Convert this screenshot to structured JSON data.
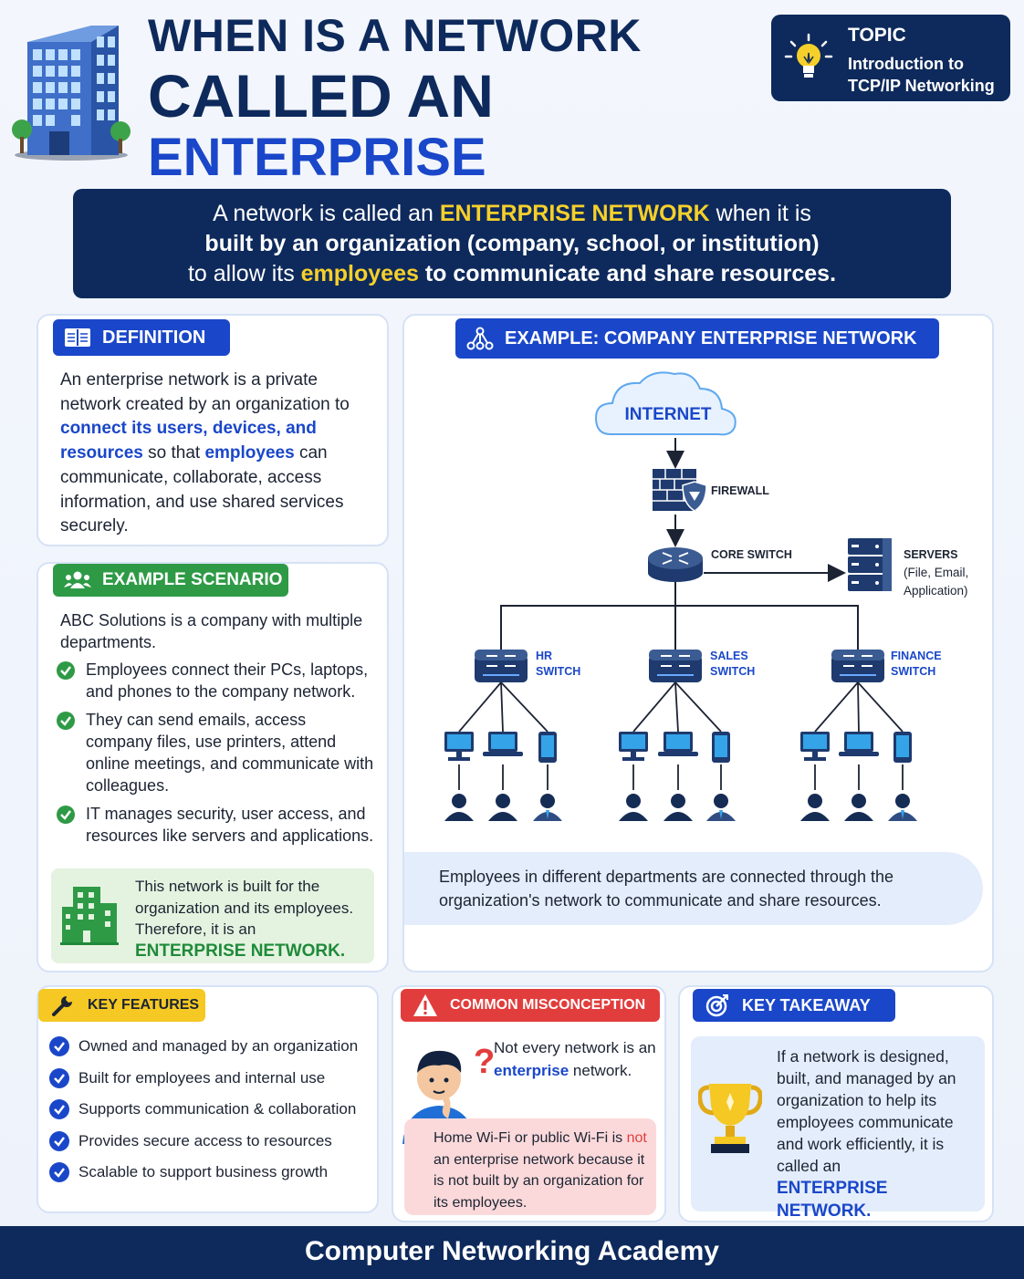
{
  "header": {
    "title_line1": "WHEN IS A NETWORK",
    "title_line2": "CALLED AN",
    "title_line3": "ENTERPRISE NETWORK?"
  },
  "topic": {
    "label": "TOPIC",
    "name": "Introduction to TCP/IP Networking"
  },
  "banner": {
    "p1": "A network is called an ",
    "h1": "ENTERPRISE NETWORK",
    "p2": " when it is",
    "p3": "built by an organization (company, school, or institution)",
    "p4": "to allow its ",
    "h2": "employees",
    "p5": " to communicate and share resources."
  },
  "definition": {
    "heading": "DEFINITION",
    "t1": "An enterprise network is a private network created by an organization to ",
    "b1": "connect its users, devices, and resources",
    "t2": " so that ",
    "b2": "employees",
    "t3": " can communicate, collaborate, access information, and use shared services securely."
  },
  "scenario": {
    "heading": "EXAMPLE SCENARIO",
    "intro": "ABC Solutions is a company with multiple departments.",
    "items": [
      "Employees connect their PCs, laptops, and phones to the company network.",
      "They can send emails, access company files, use printers, attend online meetings, and communicate with colleagues.",
      "IT manages security, user access, and resources like servers and applications."
    ],
    "conclusion": "This network is built for the organization and its employees. Therefore, it is an",
    "conclusion_bold": "ENTERPRISE NETWORK."
  },
  "example": {
    "heading": "EXAMPLE: COMPANY ENTERPRISE NETWORK",
    "internet": "INTERNET",
    "firewall": "FIREWALL",
    "core_switch": "CORE SWITCH",
    "servers": "SERVERS",
    "servers_detail_1": "(File, Email,",
    "servers_detail_2": "Application)",
    "switches": [
      {
        "line1": "HR",
        "line2": "SWITCH"
      },
      {
        "line1": "SALES",
        "line2": "SWITCH"
      },
      {
        "line1": "FINANCE",
        "line2": "SWITCH"
      }
    ],
    "caption": "Employees in different departments are connected through the organization's network to communicate and share resources."
  },
  "key_features": {
    "heading": "KEY FEATURES",
    "items": [
      "Owned and managed by an organization",
      "Built for employees and internal use",
      "Supports communication & collaboration",
      "Provides secure access to resources",
      "Scalable to support business growth"
    ]
  },
  "misconception": {
    "heading": "COMMON MISCONCEPTION",
    "t1": "Not every network is an ",
    "b1": "enterprise",
    "t2": " network.",
    "box1": "Home Wi-Fi or public Wi-Fi is ",
    "box_not": "not",
    "box2": " an enterprise network because it is not built by an organization for its employees."
  },
  "takeaway": {
    "heading": "KEY TAKEAWAY",
    "text": "If a network is designed, built, and managed by an organization to help its employees communicate and work efficiently, it is called an",
    "bold": "ENTERPRISE NETWORK."
  },
  "footer": {
    "text": "Computer Networking Academy"
  },
  "colors": {
    "navy": "#0e2a5c",
    "blue": "#1a47c9",
    "green": "#2e9a46",
    "yellow": "#f6d02a",
    "red": "#e23d3d"
  }
}
